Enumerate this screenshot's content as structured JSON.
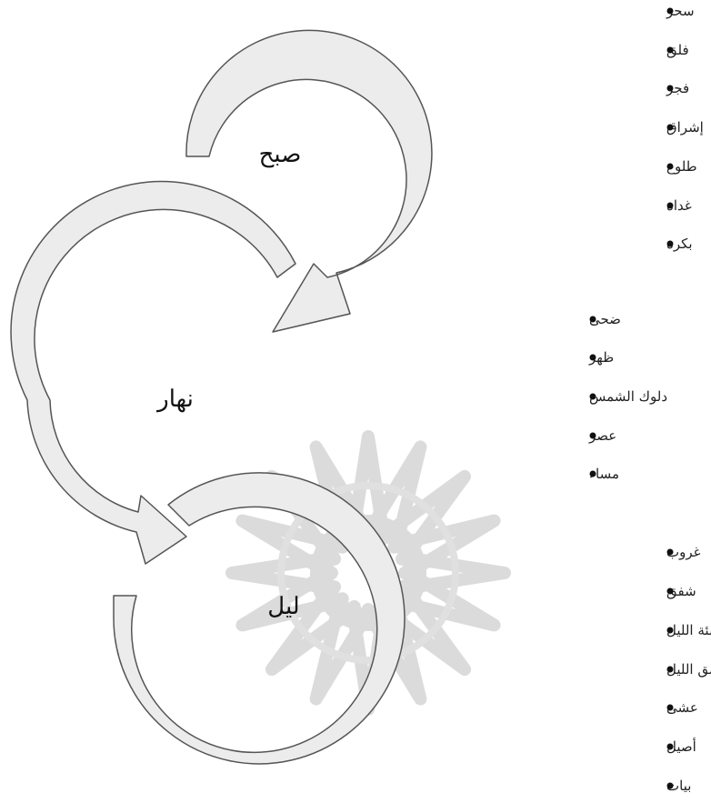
{
  "stages": [
    {
      "label": "صبح",
      "items": [
        "سحر",
        "فلق",
        "فجر",
        "إشراق",
        "طلوع",
        "غداة",
        "بكرة"
      ]
    },
    {
      "label": "نهار",
      "items": [
        "ضحى",
        "ظهر",
        "دلوك الشمس",
        "عصر",
        "مساء"
      ]
    },
    {
      "label": "ليل",
      "items": [
        "غروب",
        "شفق",
        "ناشئة الليل",
        "غسق الليل",
        "عشى",
        "أصيل",
        "بيات"
      ]
    }
  ],
  "colors": {
    "arrow_fill": "#ececec",
    "arrow_stroke": "#555555",
    "ornament": "#c8c8c8"
  }
}
